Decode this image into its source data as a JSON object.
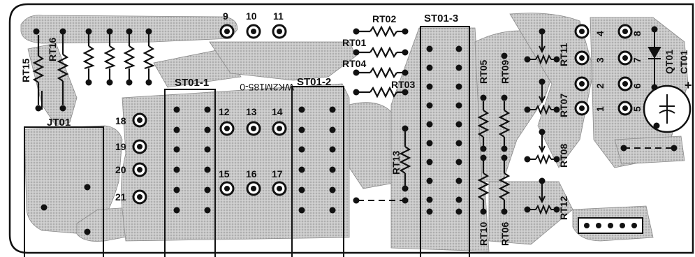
{
  "labels": {
    "st01_1": "ST01-1",
    "st01_2": "ST01-2",
    "st01_3": "ST01-3",
    "jt01": "JT01",
    "mirrored_code": "WK2M185-0",
    "rt15": "RT15",
    "rt16": "RT16",
    "rt01": "RT01",
    "rt02": "RT02",
    "rt03": "RT03",
    "rt04": "RT04",
    "rt05": "RT05",
    "rt06": "RT06",
    "rt07": "RT07",
    "rt08": "RT08",
    "rt09": "RT09",
    "rt10": "RT10",
    "rt11": "RT11",
    "rt12": "RT12",
    "rt13": "RT13",
    "qt01": "QT01",
    "ct01": "CT01",
    "plus": "+",
    "n9": "9",
    "n10": "10",
    "n11": "11",
    "n12": "12",
    "n13": "13",
    "n14": "14",
    "n15": "15",
    "n16": "16",
    "n17": "17",
    "n18": "18",
    "n19": "19",
    "n20": "20",
    "n21": "21",
    "n1": "1",
    "n2": "2",
    "n3": "3",
    "n4": "4",
    "n5": "5",
    "n6": "6",
    "n7": "7",
    "n8": "8"
  },
  "colors": {
    "ink": "#111111",
    "copper": "#b8b8b8",
    "board": "#ffffff"
  }
}
